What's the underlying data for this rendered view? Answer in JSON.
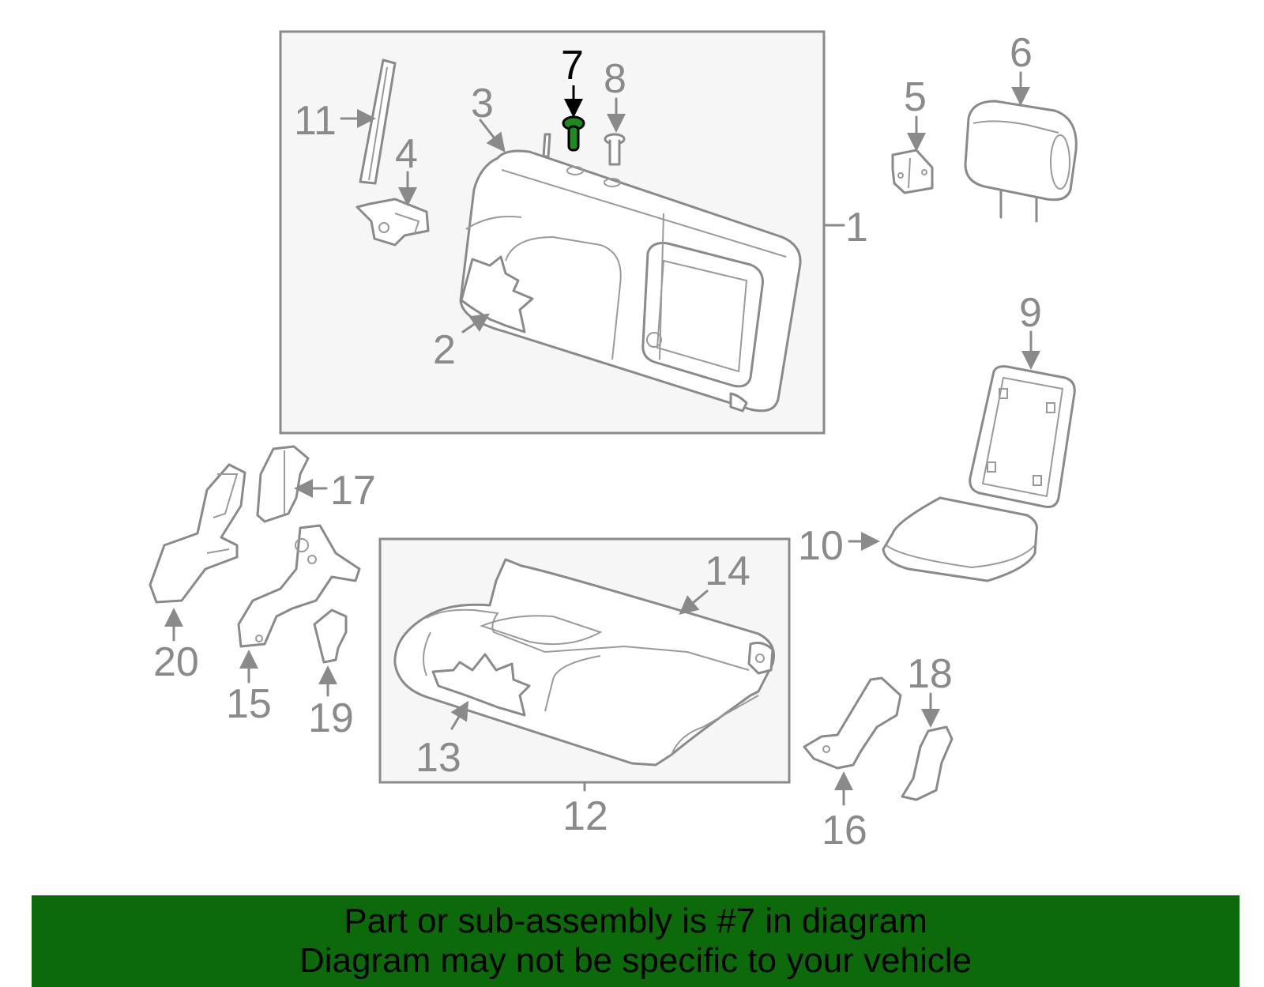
{
  "diagram": {
    "highlight_color": "#1e8a1e",
    "banner_color": "#0d6a0a",
    "callouts": {
      "c1": "1",
      "c2": "2",
      "c3": "3",
      "c4": "4",
      "c5": "5",
      "c6": "6",
      "c7": "7",
      "c8": "8",
      "c9": "9",
      "c10": "10",
      "c11": "11",
      "c12": "12",
      "c13": "13",
      "c14": "14",
      "c15": "15",
      "c16": "16",
      "c17": "17",
      "c18": "18",
      "c19": "19",
      "c20": "20"
    }
  },
  "banner": {
    "line1": "Part or sub-assembly is #7 in diagram",
    "line2": "Diagram may not be specific to your vehicle"
  }
}
